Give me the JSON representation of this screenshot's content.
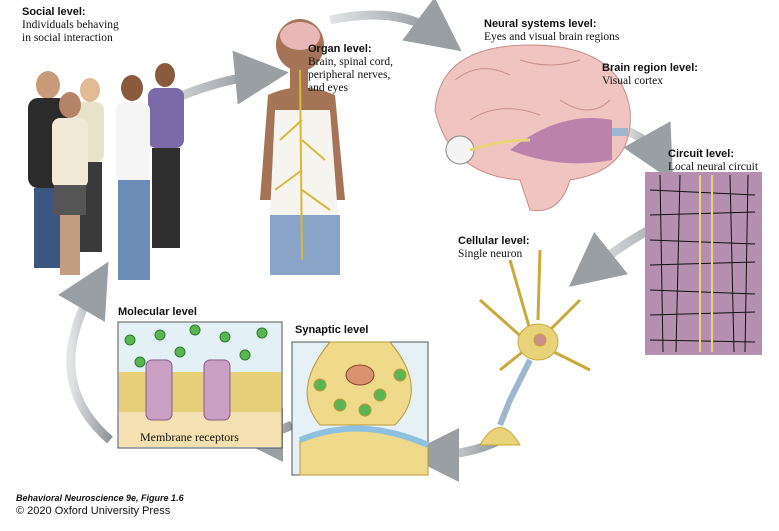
{
  "levels": {
    "social": {
      "title": "Social level:",
      "desc1": "Individuals behaving",
      "desc2": "in social interaction"
    },
    "organ": {
      "title": "Organ level:",
      "desc1": "Brain, spinal cord,",
      "desc2": "peripheral nerves,",
      "desc3": "and eyes"
    },
    "neural_systems": {
      "title": "Neural systems level:",
      "desc1": "Eyes and visual brain regions"
    },
    "brain_region": {
      "title": "Brain region level:",
      "desc1": "Visual cortex"
    },
    "circuit": {
      "title": "Circuit level:",
      "desc1": "Local neural circuit"
    },
    "cellular": {
      "title": "Cellular level:",
      "desc1": "Single neuron"
    },
    "molecular": {
      "title": "Molecular level",
      "inset_label": "Membrane receptors"
    },
    "synaptic": {
      "title": "Synaptic level"
    }
  },
  "footer": {
    "source": "Behavioral Neuroscience 9e, Figure 1.6",
    "copyright": "© 2020 Oxford University Press"
  },
  "colors": {
    "arrow": "#9a9fa3",
    "circuit_bg": "#b58fb0",
    "neuron": "#e8d27a",
    "membrane": "#c9a0c4",
    "molecule": "#5ab553"
  }
}
